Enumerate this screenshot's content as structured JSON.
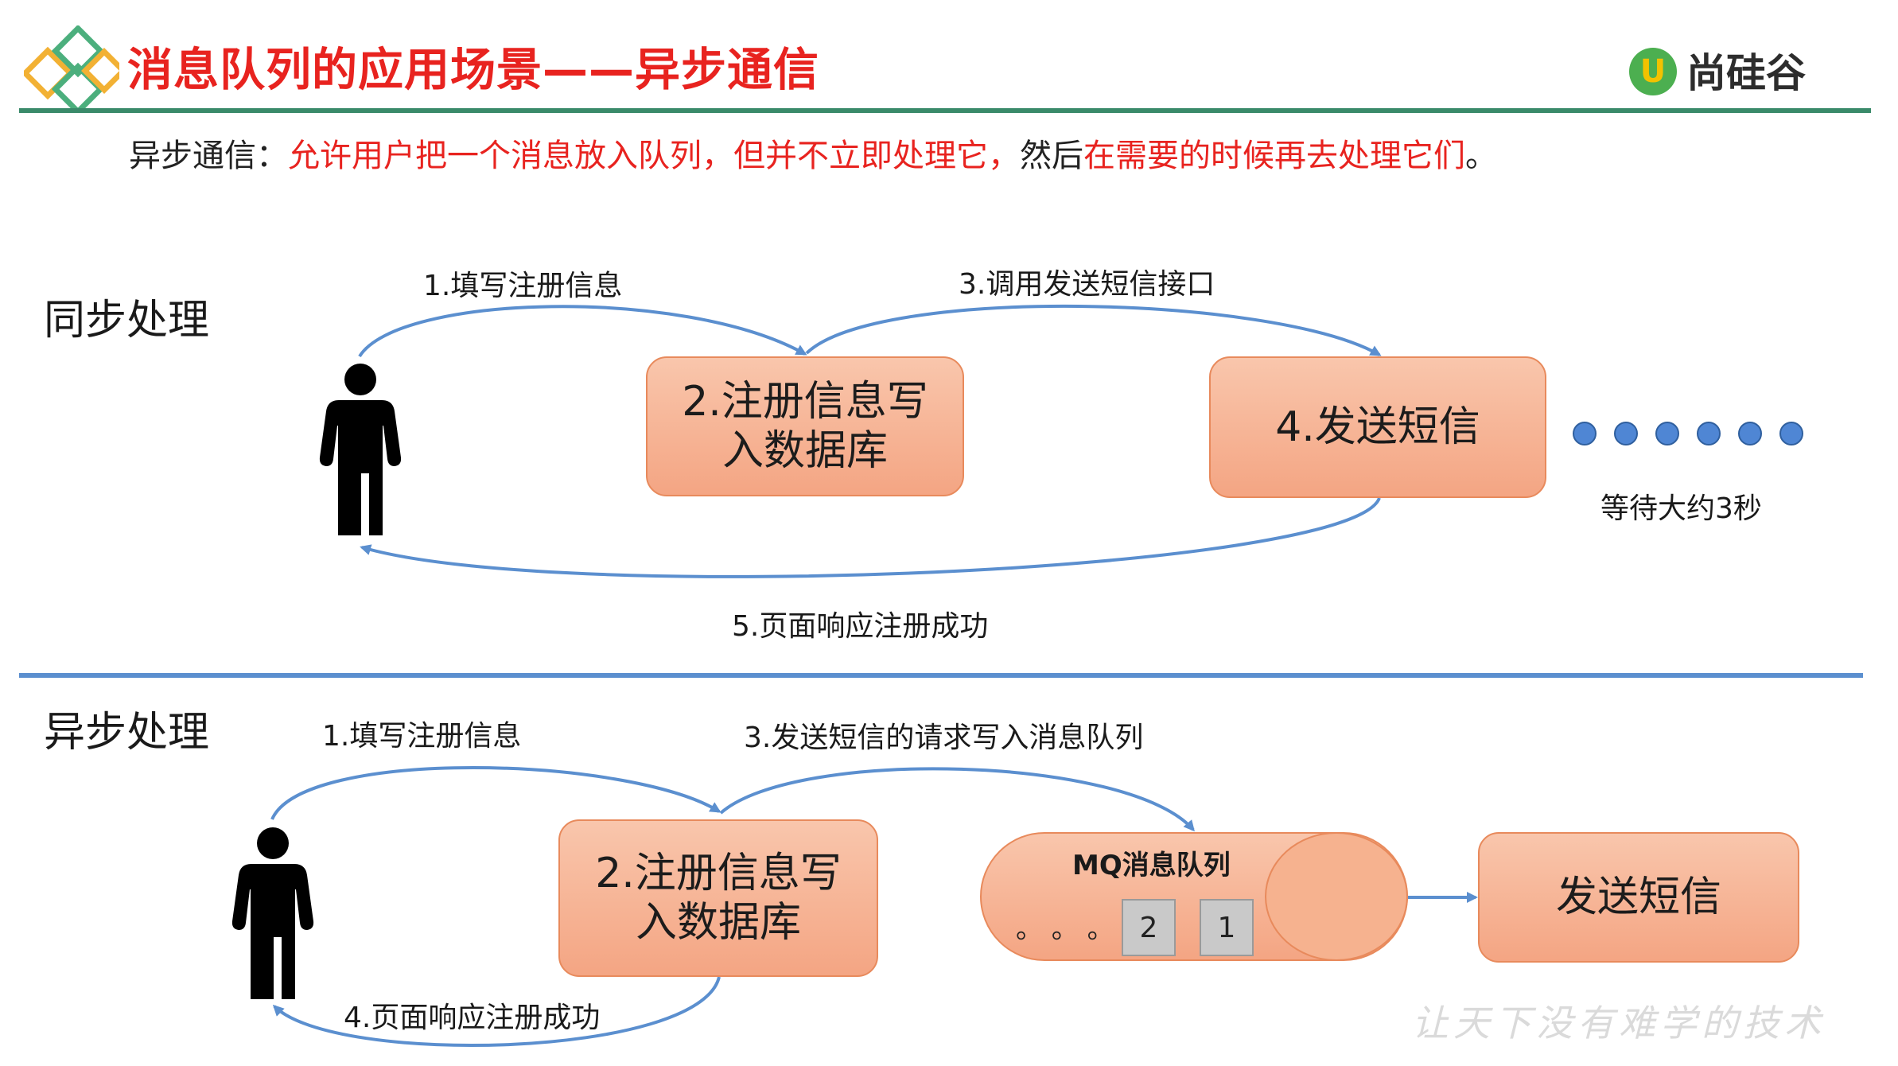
{
  "header": {
    "title": "消息队列的应用场景——异步通信",
    "logo_text": "尚硅谷",
    "logo_mark": "U"
  },
  "definition": {
    "term": "异步通信：",
    "part1": "允许用户把一个消息放入队列，但并不立即处理它，",
    "part2": "然后",
    "part3": "在需要的时候再去处理它们",
    "end": "。"
  },
  "sync": {
    "label": "同步处理",
    "step1": "1.填写注册信息",
    "box_db": "2.注册信息写入数据库",
    "step3": "3.调用发送短信接口",
    "box_sms": "4.发送短信",
    "step5": "5.页面响应注册成功",
    "wait": "等待大约3秒"
  },
  "async": {
    "label": "异步处理",
    "step1": "1.填写注册信息",
    "box_db": "2.注册信息写入数据库",
    "step3": "3.发送短信的请求写入消息队列",
    "mq_title": "MQ消息队列",
    "mq_ellipsis": "。 。 。",
    "slot2": "2",
    "slot1": "1",
    "box_sms": "发送短信",
    "step4": "4.页面响应注册成功"
  },
  "watermark": "让天下没有难学的技术",
  "colors": {
    "accent_red": "#e8231f",
    "header_rule": "#3a8a6a",
    "divider_blue": "#5b8fcf",
    "box_fill": "#f4a583",
    "arrow_blue": "#5b8fcf",
    "dot_blue": "#4f86d4"
  }
}
